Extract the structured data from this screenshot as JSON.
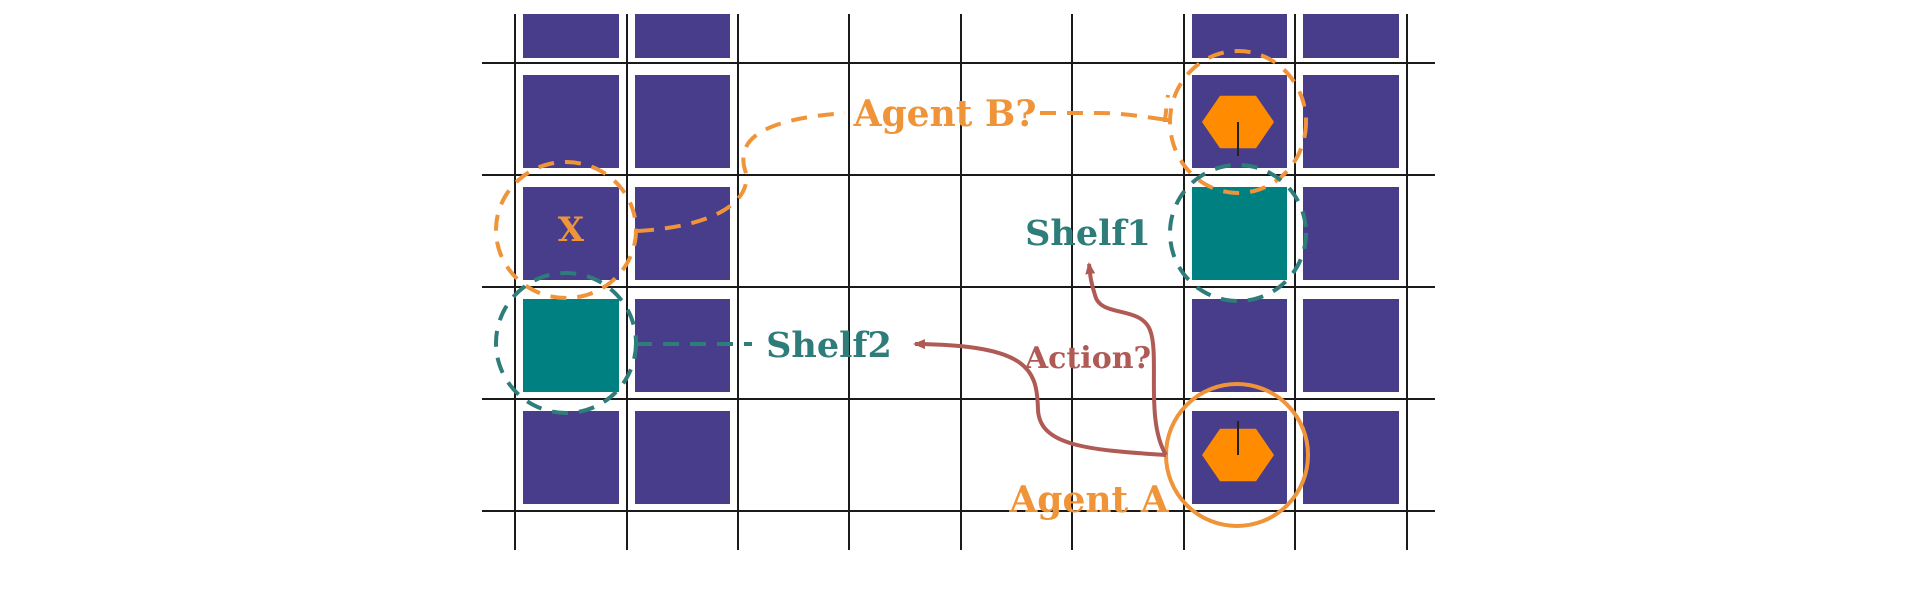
{
  "labels": {
    "agent_a": "Agent A",
    "agent_b": "Agent B?",
    "shelf1": "Shelf1",
    "shelf2": "Shelf2",
    "action": "Action?",
    "target_marker": "X"
  },
  "colors": {
    "background": "#ffffff",
    "grid_line": "#1a1a1a",
    "shelf_purple": "#483d8b",
    "shelf_teal": "#008080",
    "agent_orange": "#ff8c00",
    "agent_label_orange": "#f0943a",
    "shelf_label_teal": "#2e7d7a",
    "action_red": "#b05a55"
  },
  "icons": {
    "agent": "hexagon-agent-icon",
    "shelf": "square-shelf-icon"
  }
}
